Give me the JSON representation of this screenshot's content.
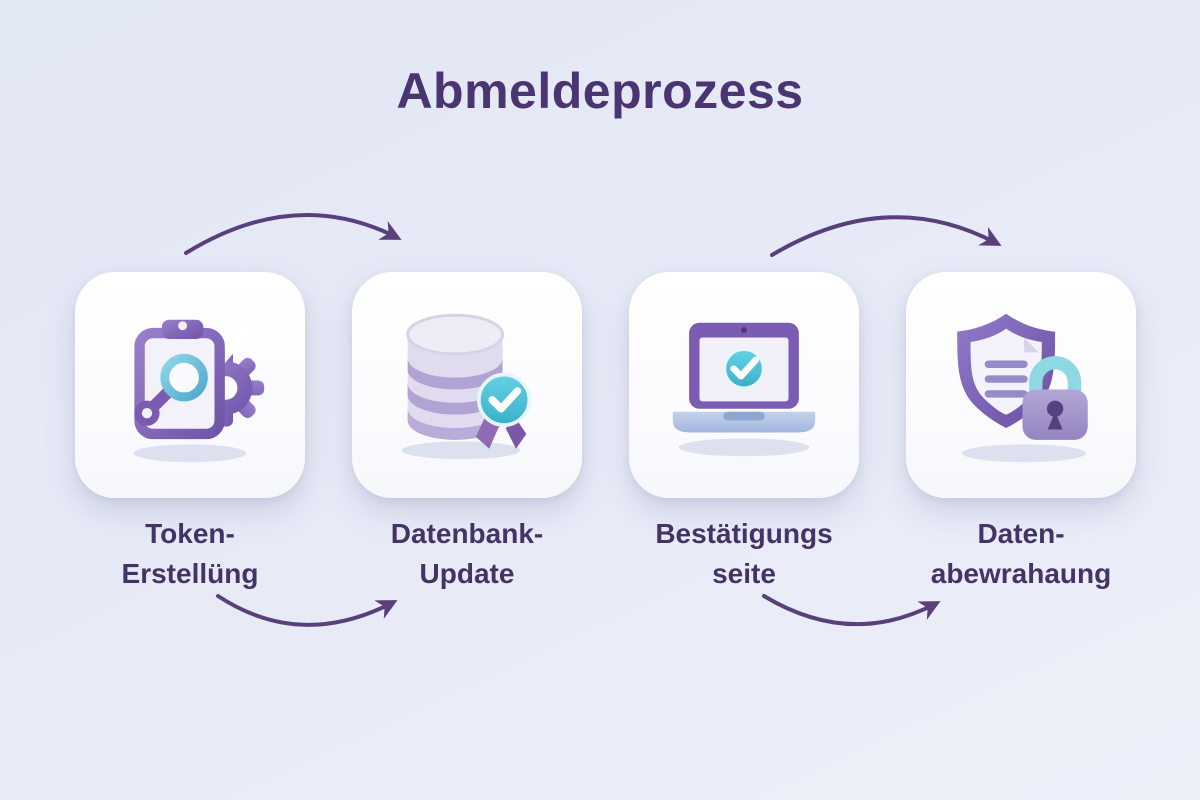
{
  "title": "Abmeldeprozess",
  "colors": {
    "background": "#e7eaf6",
    "title_text": "#4a3572",
    "label_text": "#443466",
    "arrow": "#5a3f7d",
    "card_background": "#fdfdff",
    "accent_purple": "#8a6fc0",
    "accent_teal": "#4cc4d8"
  },
  "steps": [
    {
      "id": "token-erstellung",
      "label_line1": "Token-",
      "label_line2": "Erstellüng",
      "icon": "clipboard-search-gear-icon"
    },
    {
      "id": "datenbank-update",
      "label_line1": "Datenbank-",
      "label_line2": "Update",
      "icon": "database-check-icon"
    },
    {
      "id": "bestaetigungsseite",
      "label_line1": "Bestätigungs",
      "label_line2": "seite",
      "icon": "laptop-check-icon"
    },
    {
      "id": "datenaufbewahrung",
      "label_line1": "Daten-",
      "label_line2": "abewrahaung",
      "icon": "shield-lock-icon"
    }
  ],
  "arrows": [
    {
      "name": "curved-arrow",
      "position": "top-left",
      "from": "token-erstellung",
      "to": "datenbank-update"
    },
    {
      "name": "curved-arrow",
      "position": "top-right",
      "from": "bestaetigungsseite",
      "to": "datenaufbewahrung"
    },
    {
      "name": "curved-arrow",
      "position": "bottom-left",
      "from": "token-erstellung",
      "to": "datenbank-update"
    },
    {
      "name": "curved-arrow",
      "position": "bottom-right",
      "from": "bestaetigungsseite",
      "to": "datenaufbewahrung"
    }
  ]
}
